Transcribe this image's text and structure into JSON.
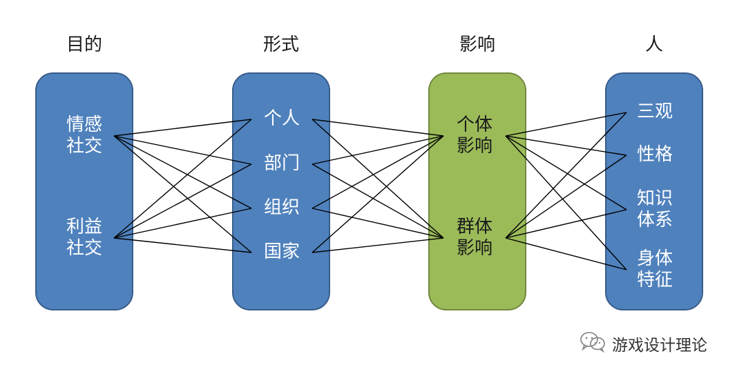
{
  "columns": [
    {
      "title": "目的",
      "color": "#4f81bd",
      "items": [
        "情感\n社交",
        "利益\n社交"
      ]
    },
    {
      "title": "形式",
      "color": "#4f81bd",
      "items": [
        "个人",
        "部门",
        "组织",
        "国家"
      ]
    },
    {
      "title": "影响",
      "color": "#9bbb59",
      "items": [
        "个体\n影响",
        "群体\n影响"
      ]
    },
    {
      "title": "人",
      "color": "#4f81bd",
      "items": [
        "三观",
        "性格",
        "知识\n体系",
        "身体\n特征"
      ]
    }
  ],
  "links": "every item in a column is connected to every item in the next column",
  "watermark": {
    "icon": "wechat-icon",
    "text": "游戏设计理论"
  }
}
